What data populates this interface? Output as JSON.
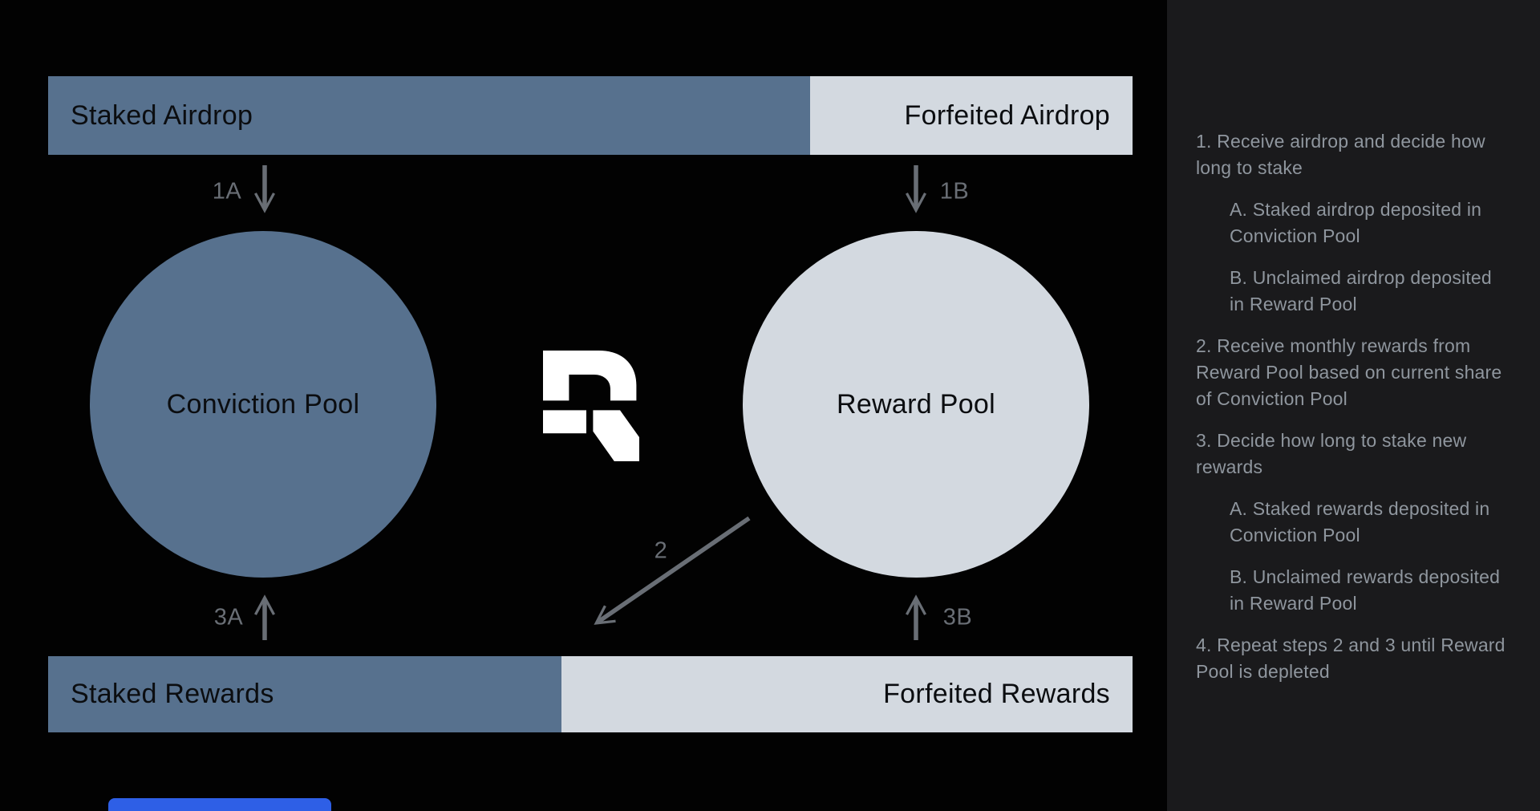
{
  "colors": {
    "background": "#020202",
    "sidebar_background": "#1a1a1c",
    "steel_blue": "#57718e",
    "light_gray": "#d3d9e0",
    "bar_text": "#0b0d10",
    "arrow_gray": "#696e75",
    "sidebar_text": "#8f969e",
    "logo_white": "#ffffff",
    "accent_blue": "#2e5fe6"
  },
  "diagram": {
    "top_bar": {
      "staked_label": "Staked Airdrop",
      "forfeited_label": "Forfeited Airdrop"
    },
    "bottom_bar": {
      "staked_label": "Staked Rewards",
      "forfeited_label": "Forfeited Rewards"
    },
    "conviction_pool_label": "Conviction Pool",
    "reward_pool_label": "Reward Pool",
    "arrow_labels": {
      "a1": "1A",
      "b1": "1B",
      "mid": "2",
      "a3": "3A",
      "b3": "3B"
    }
  },
  "sidebar": {
    "items": [
      {
        "text": "1. Receive airdrop and decide how long to stake",
        "indent": false
      },
      {
        "text": "A. Staked airdrop deposited in Conviction Pool",
        "indent": true
      },
      {
        "text": "B. Unclaimed airdrop deposited in Reward Pool",
        "indent": true
      },
      {
        "text": "2. Receive monthly rewards from Reward Pool based on current share of Conviction Pool",
        "indent": false
      },
      {
        "text": "3. Decide how long to stake new rewards",
        "indent": false
      },
      {
        "text": "A. Staked rewards deposited in Conviction Pool",
        "indent": true
      },
      {
        "text": "B. Unclaimed rewards deposited in Reward Pool",
        "indent": true
      },
      {
        "text": "4. Repeat steps 2 and 3 until Reward Pool is depleted",
        "indent": false
      }
    ]
  }
}
